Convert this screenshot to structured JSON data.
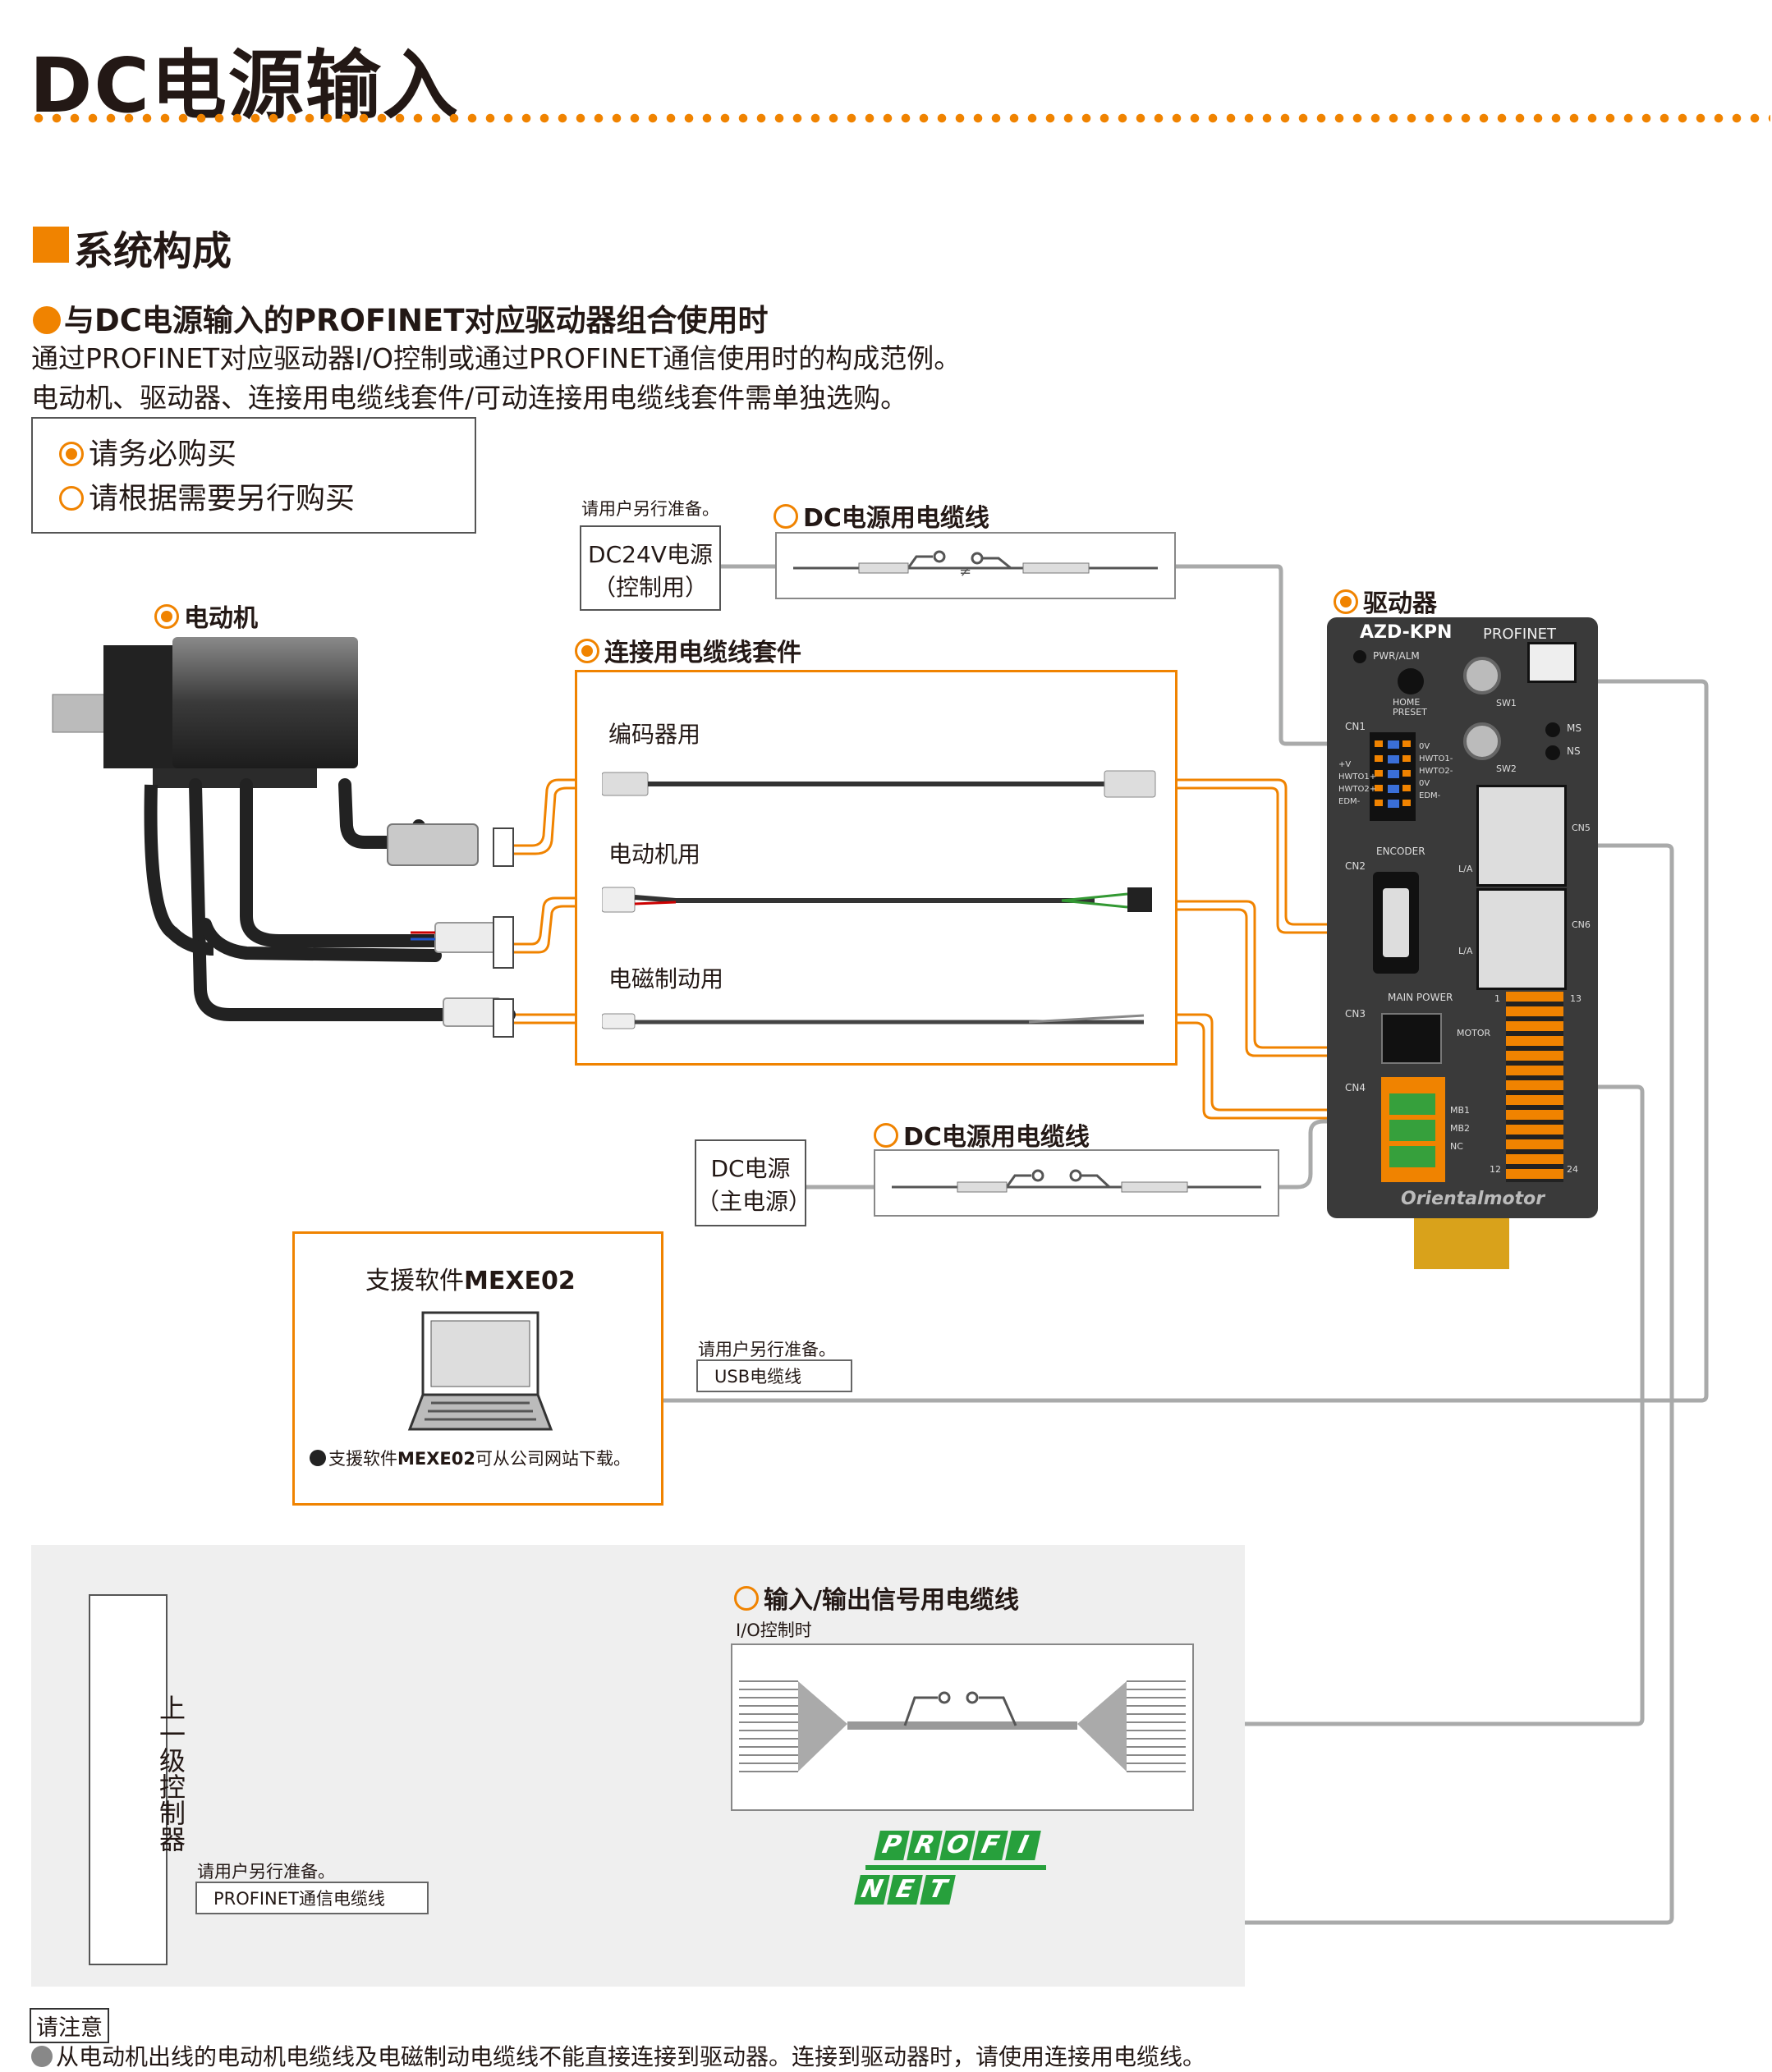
{
  "title": "DC电源输入",
  "section_title": "系统构成",
  "subsection_title": "与DC电源输入的PROFINET对应驱动器组合使用时",
  "desc_line1": "通过PROFINET对应驱动器I/O控制或通过PROFINET通信使用时的构成范例。",
  "desc_line2": "电动机、驱动器、连接用电缆线套件/可动连接用电缆线套件需单独选购。",
  "legend": {
    "required": "请务必购买",
    "optional": "请根据需要另行购买"
  },
  "customer_prepared": "请用户另行准备。",
  "dc24v_power": {
    "line1": "DC24V电源",
    "line2": "（控制用）"
  },
  "dc_power_cable_top": "DC电源用电缆线",
  "motor_label": "电动机",
  "cable_kit_label": "连接用电缆线套件",
  "cable_kit_items": [
    "编码器用",
    "电动机用",
    "电磁制动用"
  ],
  "driver_label": "驱动器",
  "driver_panel": {
    "model": "AZD-KPN",
    "protocol": "PROFINET",
    "pwr_alm": "PWR/ALM",
    "home_preset": "HOME\nPRESET",
    "sw1": "SW1",
    "sw2": "SW2",
    "ms": "MS",
    "ns": "NS",
    "cn1": "CN1",
    "cn2": "CN2",
    "cn3": "CN3",
    "cn4": "CN4",
    "cn1_pins": [
      "+V",
      "HWTO1+",
      "HWTO2+",
      "EDM-"
    ],
    "cn1_pins_r": [
      "0V",
      "HWTO1-",
      "HWTO2-",
      "0V",
      "EDM-"
    ],
    "encoder": "ENCODER",
    "main_power": "MAIN POWER",
    "motor": "MOTOR",
    "cn4_pins": [
      "MB1",
      "MB2",
      "NC"
    ],
    "la": "L/A",
    "cn6": "CN6",
    "cn5": "CN5",
    "num_1": "1",
    "num_13": "13",
    "num_12": "12",
    "num_24": "24",
    "brand": "Orientalmotor"
  },
  "dc_power_main": {
    "line1": "DC电源",
    "line2": "（主电源）"
  },
  "dc_power_cable_bottom": "DC电源用电缆线",
  "software": {
    "title_prefix": "支援软件",
    "title_bold": "MEXE02",
    "note_prefix": "支援软件",
    "note_bold": "MEXE02",
    "note_suffix": "可从公司网站下载。"
  },
  "usb_cable": "USB电缆线",
  "io_cable": {
    "title": "输入/输出信号用电缆线",
    "sub": "I/O控制时"
  },
  "host_controller": "上一级控制器",
  "profinet_cable": "PROFINET通信电缆线",
  "profinet_logo": {
    "row1": [
      "P",
      "R",
      "O",
      "F",
      "I"
    ],
    "row2": [
      "N",
      "E",
      "T"
    ]
  },
  "note_label": "请注意",
  "note_text": "从电动机出线的电动机电缆线及电磁制动电缆线不能直接连接到驱动器。连接到驱动器时，请使用连接用电缆线。",
  "colors": {
    "accent": "#f08300",
    "profinet_green": "#27a03c",
    "line_gray": "#9fa0a0"
  }
}
